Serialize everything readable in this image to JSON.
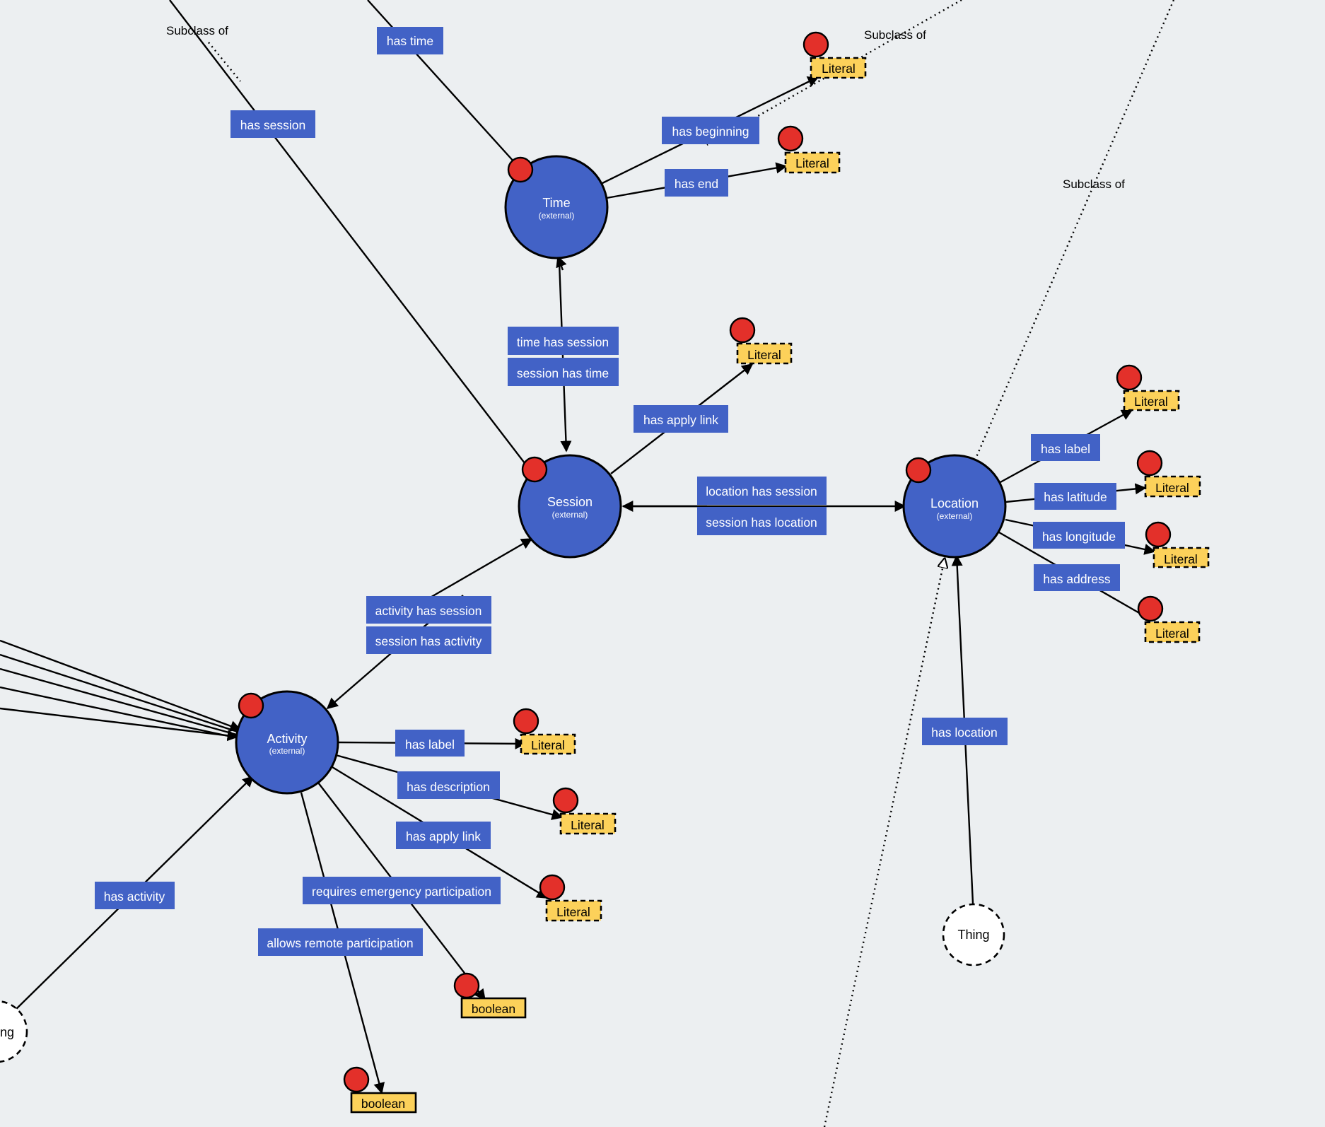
{
  "diagram": {
    "classes": {
      "time": {
        "title": "Time",
        "subtitle": "(external)"
      },
      "session": {
        "title": "Session",
        "subtitle": "(external)"
      },
      "location": {
        "title": "Location",
        "subtitle": "(external)"
      },
      "activity": {
        "title": "Activity",
        "subtitle": "(external)"
      }
    },
    "things": {
      "thing_right": "Thing",
      "thing_left_partial": "ng"
    },
    "subclass_labels": {
      "top_left": "Subclass of",
      "top_right": "Subclass of",
      "right": "Subclass of"
    },
    "properties": {
      "has_time": "has time",
      "has_session": "has session",
      "has_beginning": "has beginning",
      "has_end": "has end",
      "time_has_session": "time has session",
      "session_has_time": "session has time",
      "session_has_apply_link": "has apply link",
      "location_has_session": "location has session",
      "session_has_location": "session has location",
      "location_has_label": "has label",
      "has_latitude": "has latitude",
      "has_longitude": "has longitude",
      "has_address": "has address",
      "activity_has_session": "activity has session",
      "session_has_activity": "session has activity",
      "activity_has_label": "has label",
      "has_description": "has description",
      "activity_has_apply_link": "has apply link",
      "requires_emergency_participation": "requires emergency participation",
      "allows_remote_participation": "allows remote participation",
      "has_activity": "has activity",
      "has_location": "has location"
    },
    "datatypes": {
      "time_beginning_literal": "Literal",
      "time_end_literal": "Literal",
      "session_apply_literal": "Literal",
      "location_label_literal": "Literal",
      "location_latitude_literal": "Literal",
      "location_longitude_literal": "Literal",
      "location_address_literal": "Literal",
      "activity_label_literal": "Literal",
      "activity_description_literal": "Literal",
      "activity_apply_literal": "Literal",
      "emergency_boolean": "boolean",
      "remote_boolean": "boolean"
    },
    "colors": {
      "background": "#eceff1",
      "class_fill": "#4262c6",
      "property_fill": "#4262c6",
      "datatype_fill": "#fcd15a",
      "pin_fill": "#e3302a"
    }
  }
}
